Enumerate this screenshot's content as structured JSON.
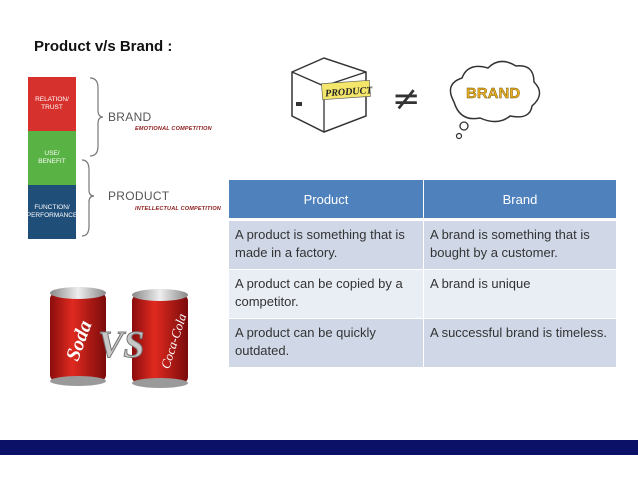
{
  "slide": {
    "title": "Product v/s Brand :"
  },
  "diagram": {
    "segments": [
      {
        "label": "RELATION/ TRUST",
        "color": "#d6312d"
      },
      {
        "label": "USE/ BENEFIT",
        "color": "#59b344"
      },
      {
        "label": "FUNCTION/ PERFORMANCE",
        "color": "#1f4e79"
      }
    ],
    "brand": {
      "label": "BRAND",
      "sub": "EMOTIONAL COMPETITION"
    },
    "product": {
      "label": "PRODUCT",
      "sub": "INTELLECTUAL COMPETITION"
    }
  },
  "sketch": {
    "box_text": "PRODUCT",
    "not_equal": "≠",
    "cloud_text": "BRAND"
  },
  "table": {
    "headers": [
      "Product",
      "Brand"
    ],
    "rows": [
      [
        "A product is something that is made in a factory.",
        "A brand is something that is bought by a customer."
      ],
      [
        "A product can be copied by a competitor.",
        "A brand is unique"
      ],
      [
        "A product can be quickly outdated.",
        "A successful brand is timeless."
      ]
    ]
  },
  "cans": {
    "left_text": "Soda",
    "middle_text": "VS",
    "right_text": "Coca-Cola"
  },
  "colors": {
    "header_blue": "#4f81bd",
    "row_dark": "#d0d8e8",
    "row_light": "#e9edf4",
    "footer": "#0a1167"
  }
}
